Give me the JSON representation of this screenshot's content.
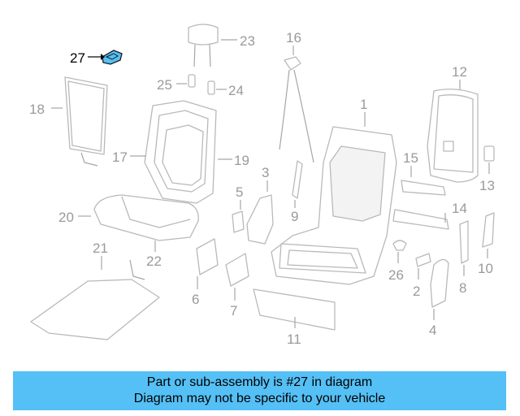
{
  "highlight_color": "#55c0f6",
  "highlighted_part": "27",
  "callouts": {
    "p1": "1",
    "p2": "2",
    "p3": "3",
    "p4": "4",
    "p5": "5",
    "p6": "6",
    "p7": "7",
    "p8": "8",
    "p9": "9",
    "p10": "10",
    "p11": "11",
    "p12": "12",
    "p13": "13",
    "p14": "14",
    "p15": "15",
    "p16": "16",
    "p17": "17",
    "p18": "18",
    "p19": "19",
    "p20": "20",
    "p21": "21",
    "p22": "22",
    "p23": "23",
    "p24": "24",
    "p25": "25",
    "p26": "26",
    "p27": "27"
  },
  "banner": {
    "line1": "Part or sub-assembly is #27 in diagram",
    "line2": "Diagram may not be specific to your vehicle"
  }
}
